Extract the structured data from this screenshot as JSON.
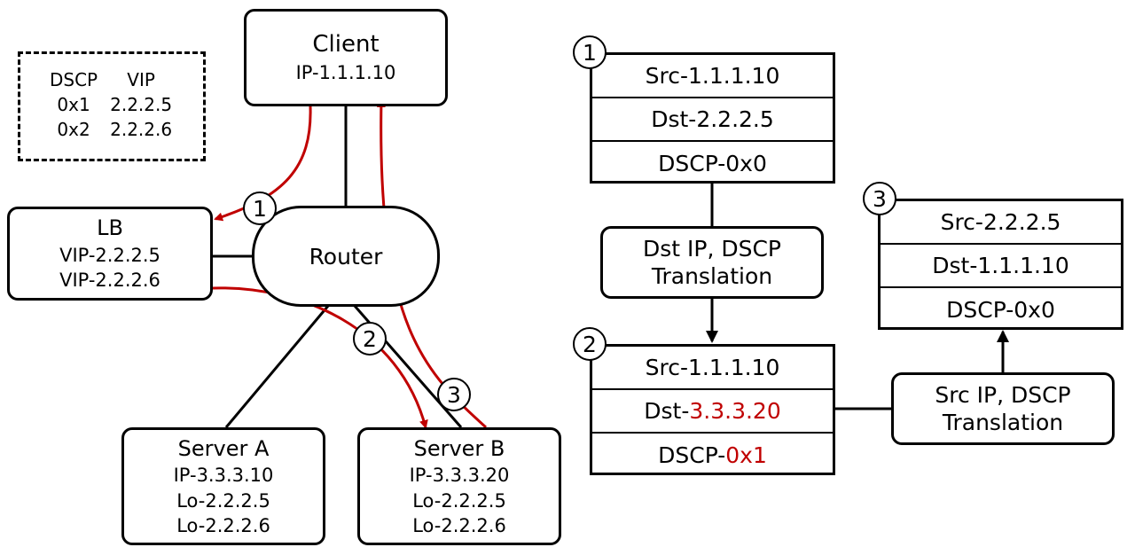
{
  "legend": {
    "headers": [
      "DSCP",
      "VIP"
    ],
    "rows": [
      [
        "0x1",
        "2.2.2.5"
      ],
      [
        "0x2",
        "2.2.2.6"
      ]
    ]
  },
  "nodes": {
    "client": {
      "title": "Client",
      "lines": [
        "IP-1.1.1.10"
      ]
    },
    "lb": {
      "title": "LB",
      "lines": [
        "VIP-2.2.2.5",
        "VIP-2.2.2.6"
      ]
    },
    "router": {
      "title": "Router"
    },
    "server_a": {
      "title": "Server A",
      "lines": [
        "IP-3.3.3.10",
        "Lo-2.2.2.5",
        "Lo-2.2.2.6"
      ]
    },
    "server_b": {
      "title": "Server B",
      "lines": [
        "IP-3.3.3.20",
        "Lo-2.2.2.5",
        "Lo-2.2.2.6"
      ]
    }
  },
  "step_labels": [
    "1",
    "2",
    "3"
  ],
  "packets": {
    "p1": {
      "src": {
        "label": "Src-",
        "value": "1.1.1.10"
      },
      "dst": {
        "label": "Dst-",
        "value": "2.2.2.5"
      },
      "dscp": {
        "label": "DSCP-",
        "value": "0x0"
      }
    },
    "p2": {
      "src": {
        "label": "Src-",
        "value": "1.1.1.10"
      },
      "dst": {
        "label": "Dst-",
        "value": "3.3.3.20"
      },
      "dscp": {
        "label": "DSCP-",
        "value": "0x1"
      }
    },
    "p3": {
      "src": {
        "label": "Src-",
        "value": "2.2.2.5"
      },
      "dst": {
        "label": "Dst-",
        "value": "1.1.1.10"
      },
      "dscp": {
        "label": "DSCP-",
        "value": "0x0"
      }
    }
  },
  "translations": {
    "dst": [
      "Dst IP, DSCP",
      "Translation"
    ],
    "src": [
      "Src IP, DSCP",
      "Translation"
    ]
  },
  "colors": {
    "highlight": "#c00000",
    "line": "#000000"
  }
}
